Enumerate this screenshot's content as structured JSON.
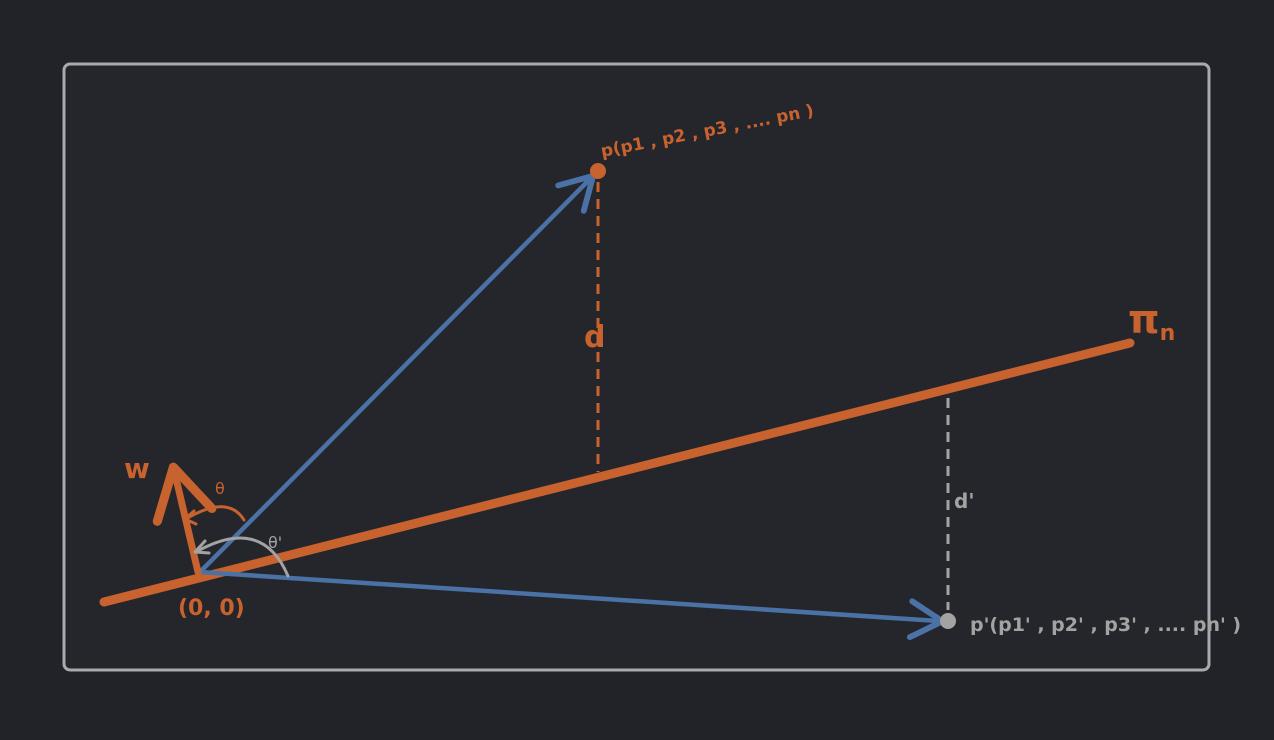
{
  "colors": {
    "background": "#212328",
    "panel": "#25262b",
    "frame": "#a8aaad",
    "accent_orange": "#c8622e",
    "accent_blue": "#4a72a6",
    "muted_grey": "#a3a3a3"
  },
  "labels": {
    "plane_symbol": "π",
    "plane_subscript": "n",
    "normal_vector": "w",
    "origin": "(0, 0)",
    "distance_p": "d",
    "distance_p_prime": "d'",
    "angle_theta": "θ",
    "angle_theta_prime": "θ'",
    "point_p": "p(p1 , p2 , p3 , .... pn )",
    "point_p_prime": "p'(p1' , p2' , p3' , .... pn' )"
  }
}
